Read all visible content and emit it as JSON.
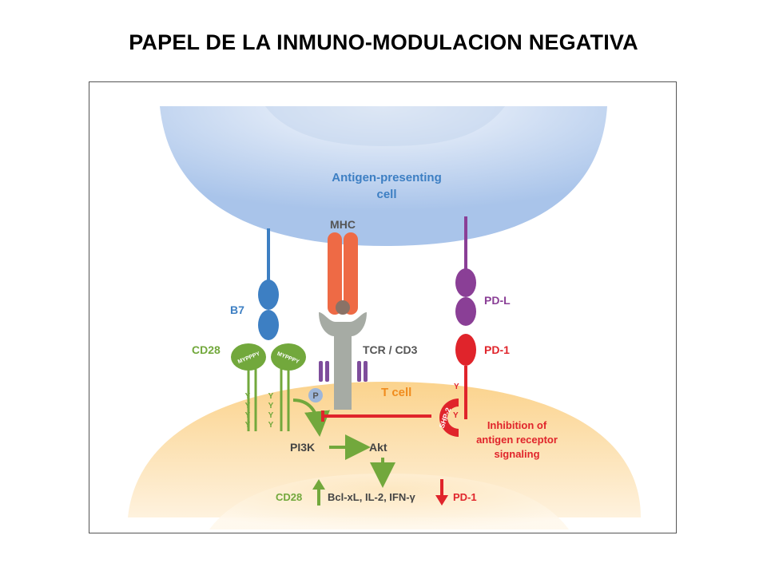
{
  "title": "PAPEL DE LA INMUNO-MODULACION NEGATIVA",
  "colors": {
    "apc": "#a9c4ea",
    "tcell": "#fbd38d",
    "b7": "#3d7fc3",
    "cd28": "#72a83c",
    "mhc": "#ee6a45",
    "tcr": "#a6aba4",
    "cd3": "#7e4d9c",
    "pdl": "#8a3f96",
    "pd1": "#e0242b",
    "phospho": "#9db6da",
    "apc_text": "#3d7fc3",
    "tcell_text": "#f08c1e"
  },
  "diagram": {
    "apc_label_line1": "Antigen-presenting",
    "apc_label_line2": "cell",
    "mhc_label": "MHC",
    "b7_label": "B7",
    "cd28_label": "CD28",
    "motif_left": "MYPPPY",
    "motif_right": "MYPPPY",
    "tcr_label": "TCR / CD3",
    "pdl_label": "PD-L",
    "pd1_label": "PD-1",
    "tcell_label": "T cell",
    "phospho_label": "P",
    "shp2_label": "SHP-2",
    "y_mark": "Y",
    "inhibition_line1": "Inhibition of",
    "inhibition_line2": "antigen receptor",
    "inhibition_line3": "signaling",
    "pi3k_label": "PI3K",
    "akt_label": "Akt",
    "cd28_bottom_label": "CD28",
    "cytokines_label": "Bcl-xL, IL-2, IFN-γ",
    "pd1_bottom_label": "PD-1"
  }
}
